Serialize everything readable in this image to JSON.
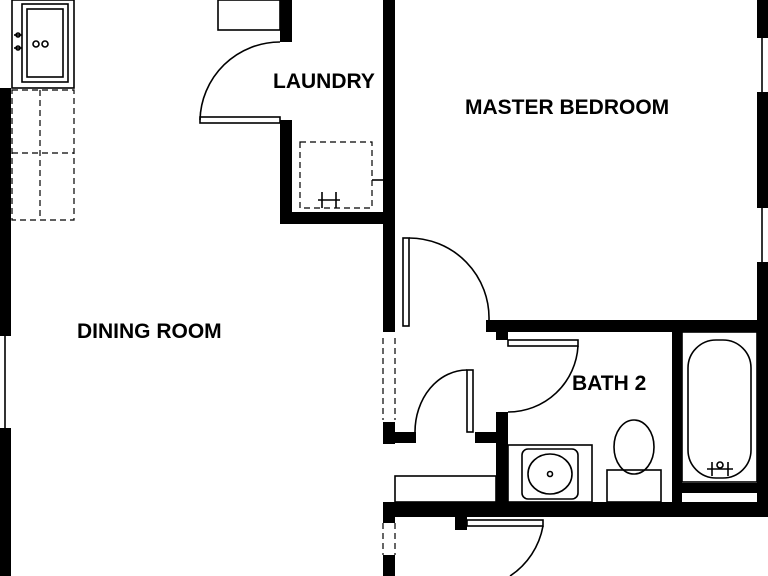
{
  "floor_plan": {
    "rooms": {
      "laundry": "LAUNDRY",
      "master_bedroom": "MASTER BEDROOM",
      "dining_room": "DINING ROOM",
      "bath_2": "BATH 2"
    }
  }
}
